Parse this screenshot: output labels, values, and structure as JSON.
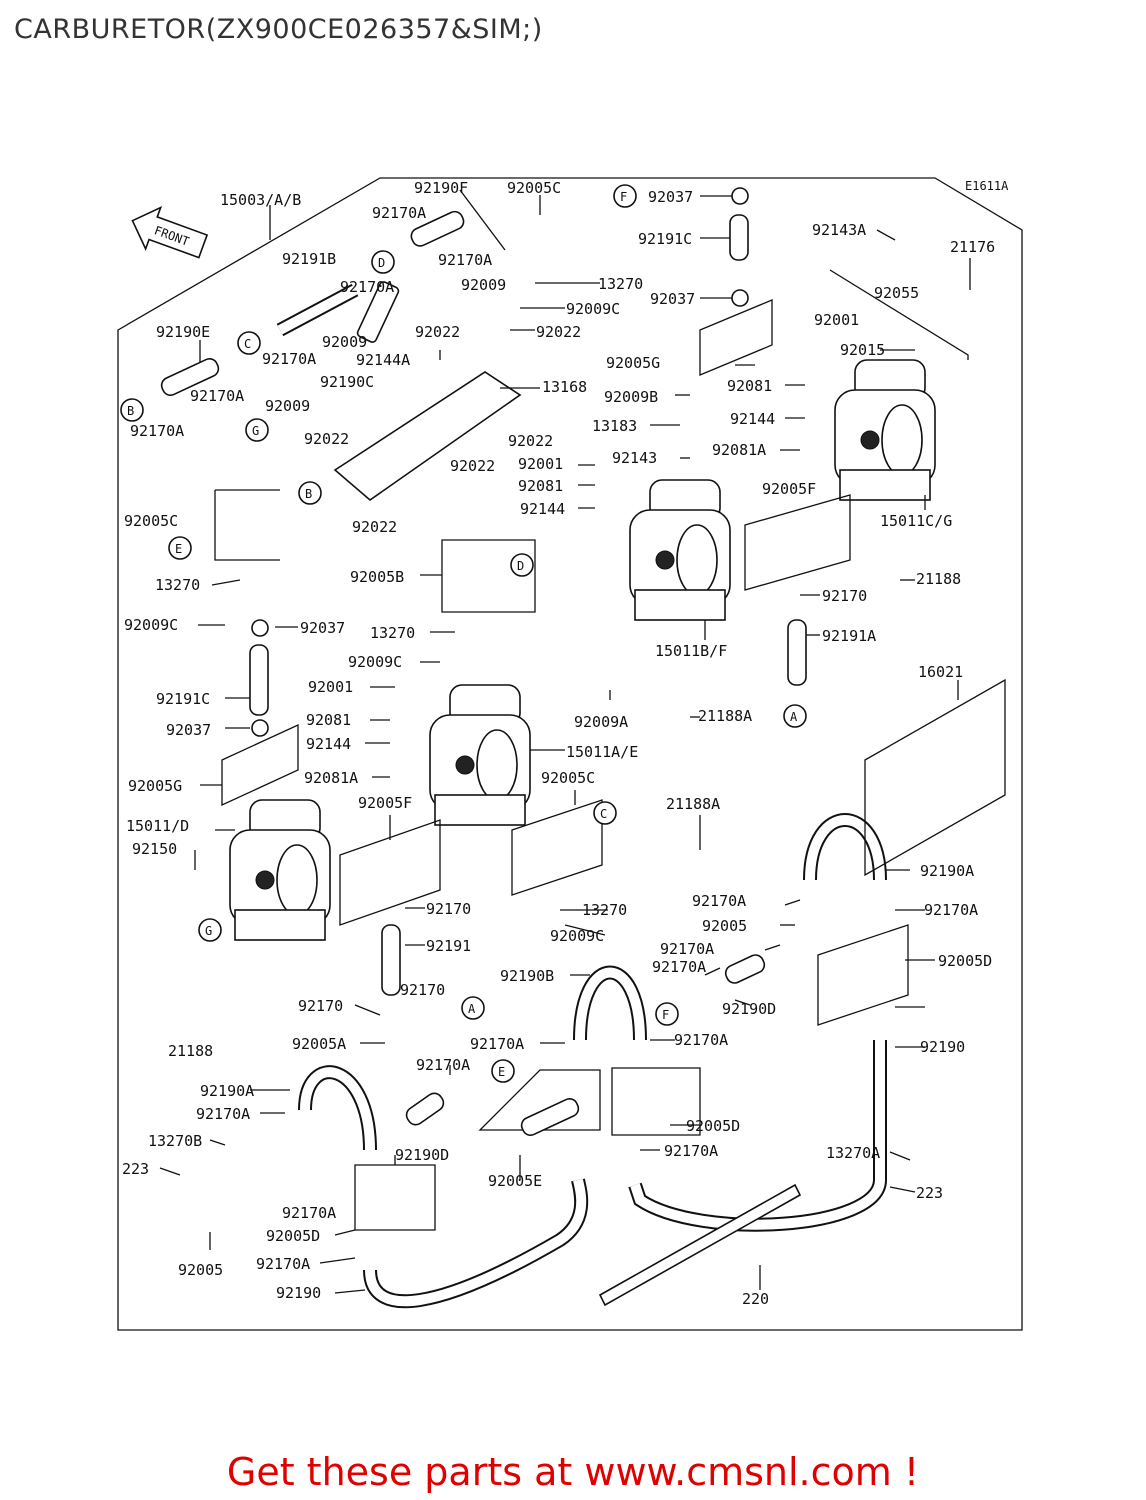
{
  "page": {
    "title": "CARBURETOR(ZX900CE026357&SIM;)"
  },
  "diagram": {
    "code": "E1611A",
    "front_label": "FRONT",
    "labels": {
      "l15003": "15003/A/B",
      "l92190F": "92190F",
      "l92005C_a": "92005C",
      "l92037_a": "92037",
      "l92170A_a": "92170A",
      "l92170A_b": "92170A",
      "l92191C_a": "92191C",
      "l92143A": "92143A",
      "l21176": "21176",
      "l92191B": "92191B",
      "l92009_a": "92009",
      "l13270_a": "13270",
      "l92037_b": "92037",
      "l92009C_a": "92009C",
      "l92055": "92055",
      "l92170A_c": "92170A",
      "l92190E": "92190E",
      "l92022_a": "92022",
      "l92022_b": "92022",
      "l92009_b": "92009",
      "l92170A_d": "92170A",
      "l92144A": "92144A",
      "l92001_a": "92001",
      "l92015": "92015",
      "l92005G_a": "92005G",
      "l92190C": "92190C",
      "l92170A_e": "92170A",
      "l13168": "13168",
      "l92081_a": "92081",
      "l92009B": "92009B",
      "l92170A_f": "92170A",
      "l92009_c": "92009",
      "l92144_a": "92144",
      "l13183": "13183",
      "l92022_c": "92022",
      "l92022_d": "92022",
      "l92143": "92143",
      "l92081A_a": "92081A",
      "l92022_e": "92022",
      "l92001_b": "92001",
      "l92081_b": "92081",
      "l92005F_a": "92005F",
      "l92144_b": "92144",
      "l92005C_b": "92005C",
      "l92022_f": "92022",
      "l15011CG": "15011C/G",
      "l92005B": "92005B",
      "l13270_b": "13270",
      "l21188": "21188",
      "l92170_a": "92170",
      "l92009C_b": "92009C",
      "l92037_c": "92037",
      "l13270_c": "13270",
      "l15011BF": "15011B/F",
      "l92191A": "92191A",
      "l92009C_c": "92009C",
      "l16021": "16021",
      "l92001_c": "92001",
      "l92009A": "92009A",
      "l92191C_b": "92191C",
      "l21188A_a": "21188A",
      "l92081_c": "92081",
      "l92037_d": "92037",
      "l92144_c": "92144",
      "l15011AE": "15011A/E",
      "l92005G_b": "92005G",
      "l92081A_b": "92081A",
      "l92005C_c": "92005C",
      "l92005F_b": "92005F",
      "l21188A_b": "21188A",
      "l15011D": "15011/D",
      "l92150": "92150",
      "l92190A_a": "92190A",
      "l92170A_g": "92170A",
      "l92170_b": "92170",
      "l13270_d": "13270",
      "l92005_a": "92005",
      "l92170A_h": "92170A",
      "l92191": "92191",
      "l92009C_d": "92009C",
      "l92005D_a": "92005D",
      "l92170A_i": "92170A",
      "l92190B": "92190B",
      "l92170_c": "92170",
      "l92170_d": "92170",
      "l92190D_a": "92190D",
      "l92170A_j": "92170A",
      "l21188_b": "21188",
      "l92005A": "92005A",
      "l92170A_k": "92170A",
      "l92170A_l": "92170A",
      "l92190": "92190",
      "l92190A_b": "92190A",
      "l92170A_m": "92170A",
      "l92005D_b": "92005D",
      "l92170A_n": "92170A",
      "l13270B": "13270B",
      "l92190D_b": "92190D",
      "l223_a": "223",
      "l13270A": "13270A",
      "l92005E": "92005E",
      "l92170A_o": "92170A",
      "l223_b": "223",
      "l92005D_c": "92005D",
      "l92005_b": "92005",
      "l92170A_p": "92170A",
      "l220": "220",
      "l92190_b": "92190"
    },
    "circles": {
      "A1": "A",
      "A2": "A",
      "B1": "B",
      "B2": "B",
      "C1": "C",
      "C2": "C",
      "D1": "D",
      "D2": "D",
      "E1": "E",
      "E2": "E",
      "F1": "F",
      "F2": "F",
      "G1": "G",
      "G2": "G"
    }
  },
  "footer": {
    "text": "Get these parts at www.cmsnl.com !"
  }
}
